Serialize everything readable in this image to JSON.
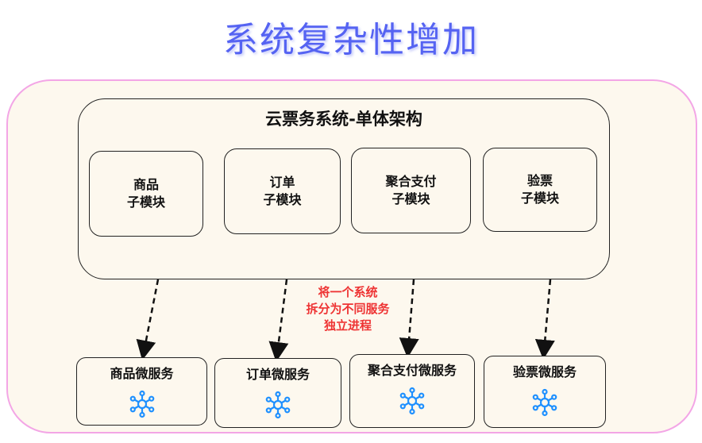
{
  "title": "系统复杂性增加",
  "monolith": {
    "title": "云票务系统-单体架构",
    "modules": [
      {
        "line1": "商品",
        "line2": "子模块"
      },
      {
        "line1": "订单",
        "line2": "子模块"
      },
      {
        "line1": "聚合支付",
        "line2": "子模块"
      },
      {
        "line1": "验票",
        "line2": "子模块"
      }
    ]
  },
  "note": {
    "line1": "将一个系统",
    "line2": "拆分为不同服务",
    "line3": "独立进程"
  },
  "services": [
    {
      "label": "商品微服务",
      "icon": "microservice-hub-icon"
    },
    {
      "label": "订单微服务",
      "icon": "microservice-hub-icon"
    },
    {
      "label": "聚合支付微服务",
      "icon": "microservice-hub-icon"
    },
    {
      "label": "验票微服务",
      "icon": "microservice-hub-icon"
    }
  ],
  "colors": {
    "title": "#5563f2",
    "outer_border": "#f3a6e6",
    "background": "#fdf8ee",
    "note": "#ee3333",
    "icon": "#1e90ff"
  }
}
